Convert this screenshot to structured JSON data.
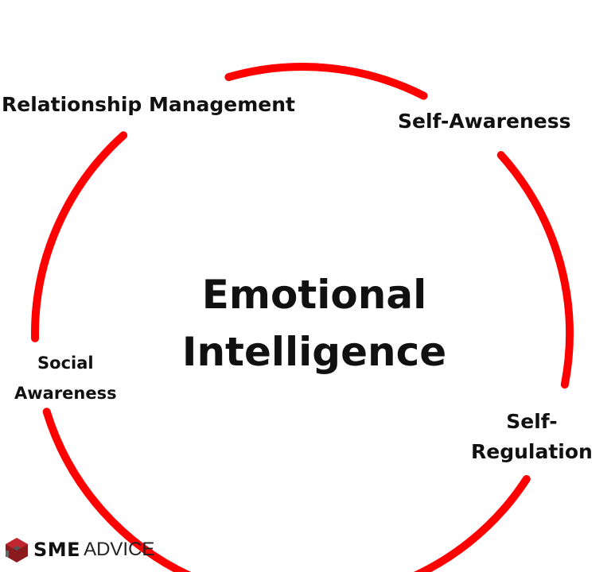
{
  "title_lines": [
    "Emotional",
    "Intelligence"
  ],
  "labels": {
    "relationship_management": "Relationship Management",
    "self_awareness": "Self-Awareness",
    "self_regulation": [
      "Self-",
      "Regulation"
    ],
    "social_awareness": [
      "Social",
      "Awareness"
    ]
  },
  "logo": {
    "brand": "SME",
    "word": "ADVICE"
  },
  "colors": {
    "ring": "#ff0000",
    "text": "#111111"
  }
}
